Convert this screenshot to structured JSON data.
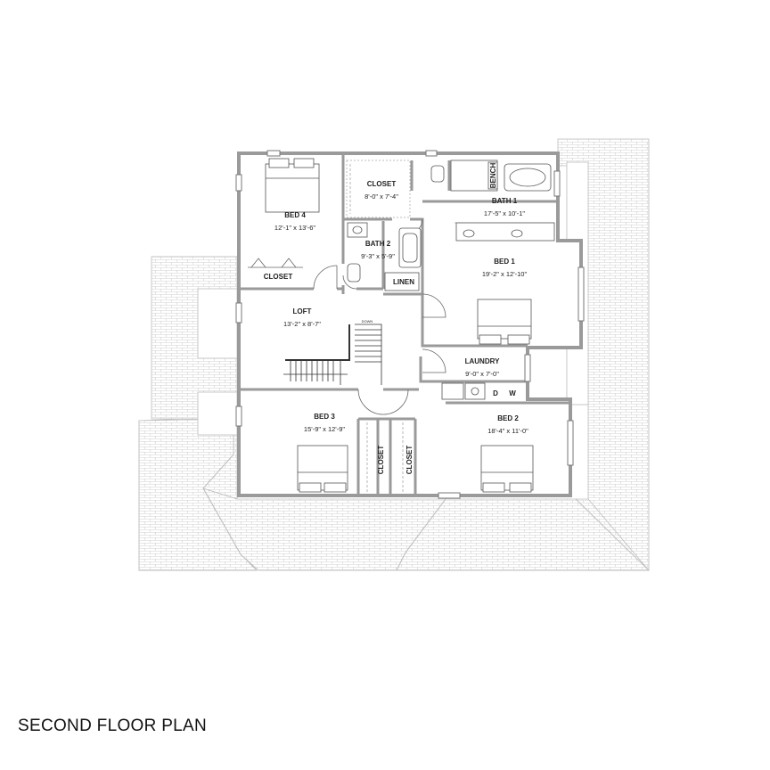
{
  "plan_title": "SECOND FLOOR PLAN",
  "rooms": {
    "bed4": {
      "name": "BED 4",
      "dims": "12'-1\" x 13'-6\""
    },
    "closet_top": {
      "name": "CLOSET",
      "dims": "8'-0\" x 7'-4\""
    },
    "bath1": {
      "name": "BATH 1",
      "dims": "17'-5\" x 10'-1\""
    },
    "bath2": {
      "name": "BATH 2",
      "dims": "9'-3\" x 5'-9\""
    },
    "bed1": {
      "name": "BED 1",
      "dims": "19'-2\" x 12'-10\""
    },
    "loft": {
      "name": "LOFT",
      "dims": "13'-2\" x 8'-7\""
    },
    "laundry": {
      "name": "LAUNDRY",
      "dims": "9'-0\" x 7'-0\""
    },
    "bed3": {
      "name": "BED 3",
      "dims": "15'-9\" x 12'-9\""
    },
    "bed2": {
      "name": "BED 2",
      "dims": "18'-4\" x 11'-0\""
    }
  },
  "labels": {
    "closet_bed4": "CLOSET",
    "linen": "LINEN",
    "bench": "BENCH",
    "closet_left": "CLOSET",
    "closet_right": "CLOSET",
    "dryer": "D",
    "washer": "W",
    "stair_down": "DOWN"
  },
  "colors": {
    "wall": "#9a9a9a",
    "roof_line": "#c4c4c4",
    "fixture": "#555555"
  }
}
